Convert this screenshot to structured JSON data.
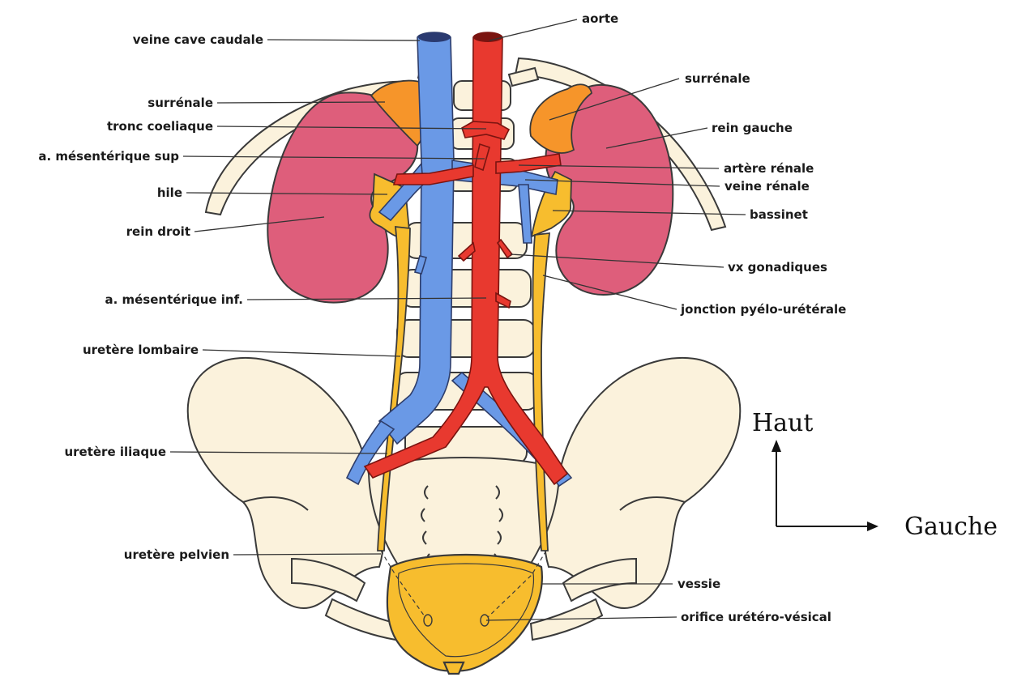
{
  "labels": {
    "veine_cave_caudale": "veine cave caudale",
    "aorte": "aorte",
    "surrenale_droite": "surrénale",
    "surrenale_gauche": "surrénale",
    "tronc_coeliaque": "tronc coeliaque",
    "rein_gauche": "rein gauche",
    "a_mesenterique_sup": "a. mésentérique sup",
    "artere_renale": "artère rénale",
    "hile": "hile",
    "veine_renale": "veine rénale",
    "rein_droit": "rein droit",
    "bassinet": "bassinet",
    "vx_gonadiques": "vx gonadiques",
    "a_mesenterique_inf": "a. mésentérique inf.",
    "jonction_pyelo_ureterale": "jonction pyélo-urétérale",
    "uretere_lombaire": "uretère lombaire",
    "uretere_iliaque": "uretère iliaque",
    "uretere_pelvien": "uretère pelvien",
    "vessie": "vessie",
    "orifice_uretero_vesical": "orifice urétéro-vésical"
  },
  "orientation": {
    "haut": "Haut",
    "gauche": "Gauche"
  },
  "colors": {
    "vein": "#6a99e6",
    "artery": "#e8392f",
    "kidney": "#de5e7b",
    "adrenal": "#f6952a",
    "ureter": "#f7bd2e",
    "bone": "#fbf2dc"
  }
}
